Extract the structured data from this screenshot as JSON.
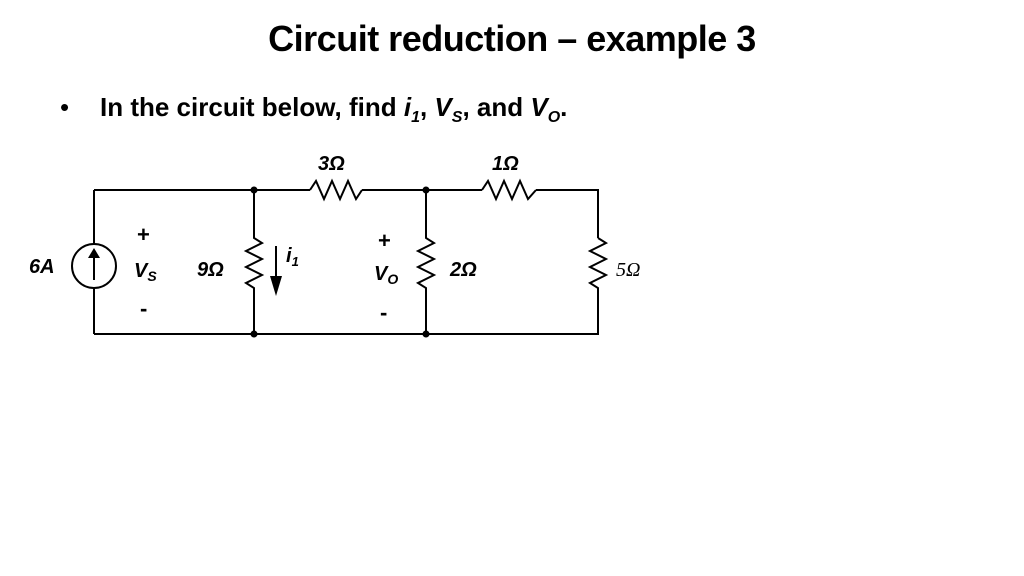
{
  "title": "Circuit reduction – example 3",
  "bullet": {
    "marker": "•",
    "text_prefix": "In the circuit below, find ",
    "i_var": "i",
    "i_sub": "1",
    "sep1": ", ",
    "vs_var": "V",
    "vs_sub": "S",
    "sep2": ", and ",
    "vo_var": "V",
    "vo_sub": "O",
    "end": "."
  },
  "circuit": {
    "source_label": "6A",
    "vs_plus": "+",
    "vs_label": "V",
    "vs_sub": "S",
    "vs_minus": "-",
    "r9_label": "9Ω",
    "i1_label": "i",
    "i1_sub": "1",
    "r3_label": "3Ω",
    "r1_label": "1Ω",
    "vo_plus": "+",
    "vo_label": "V",
    "vo_sub": "O",
    "vo_minus": "-",
    "r2_label": "2Ω",
    "r5_label": "5Ω"
  }
}
